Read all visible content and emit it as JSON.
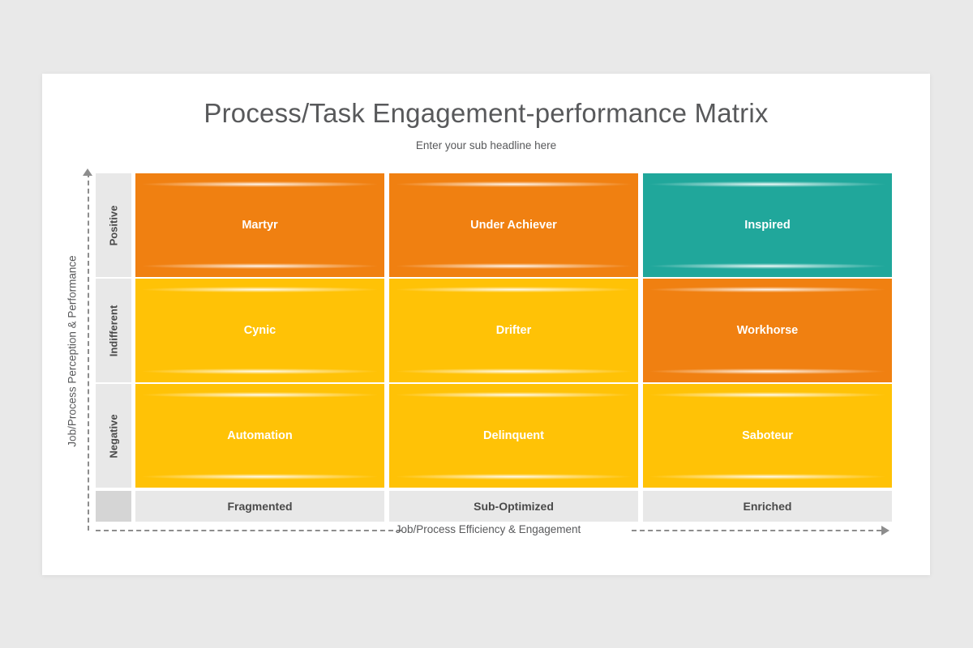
{
  "slide": {
    "title": "Process/Task Engagement-performance Matrix",
    "subtitle": "Enter your sub headline here"
  },
  "axes": {
    "y_title": "Job/Process Perception & Performance",
    "x_title": "Job/Process Efficiency & Engagement"
  },
  "colors": {
    "orange": "#F08011",
    "yellow": "#FFC206",
    "teal": "#20A79B",
    "label_bar": "#E8E8E8",
    "corner_box": "#D5D5D5",
    "text_dark": "#58595B",
    "axis_line": "#8D8D8D",
    "page_bg": "#E9E9E9",
    "card_bg": "#FFFFFF"
  },
  "chart_data": {
    "type": "table",
    "title": "Process/Task Engagement-performance Matrix",
    "subtitle": "Enter your sub headline here",
    "xlabel": "Job/Process Efficiency & Engagement",
    "ylabel": "Job/Process Perception & Performance",
    "columns": [
      "Fragmented",
      "Sub-Optimized",
      "Enriched"
    ],
    "rows": [
      "Positive",
      "Indifferent",
      "Negative"
    ],
    "cells": [
      [
        {
          "label": "Martyr",
          "color": "#F08011"
        },
        {
          "label": "Under Achiever",
          "color": "#F08011"
        },
        {
          "label": "Inspired",
          "color": "#20A79B"
        }
      ],
      [
        {
          "label": "Cynic",
          "color": "#FFC206"
        },
        {
          "label": "Drifter",
          "color": "#FFC206"
        },
        {
          "label": "Workhorse",
          "color": "#F08011"
        }
      ],
      [
        {
          "label": "Automation",
          "color": "#FFC206"
        },
        {
          "label": "Delinquent",
          "color": "#FFC206"
        },
        {
          "label": "Saboteur",
          "color": "#FFC206"
        }
      ]
    ]
  }
}
